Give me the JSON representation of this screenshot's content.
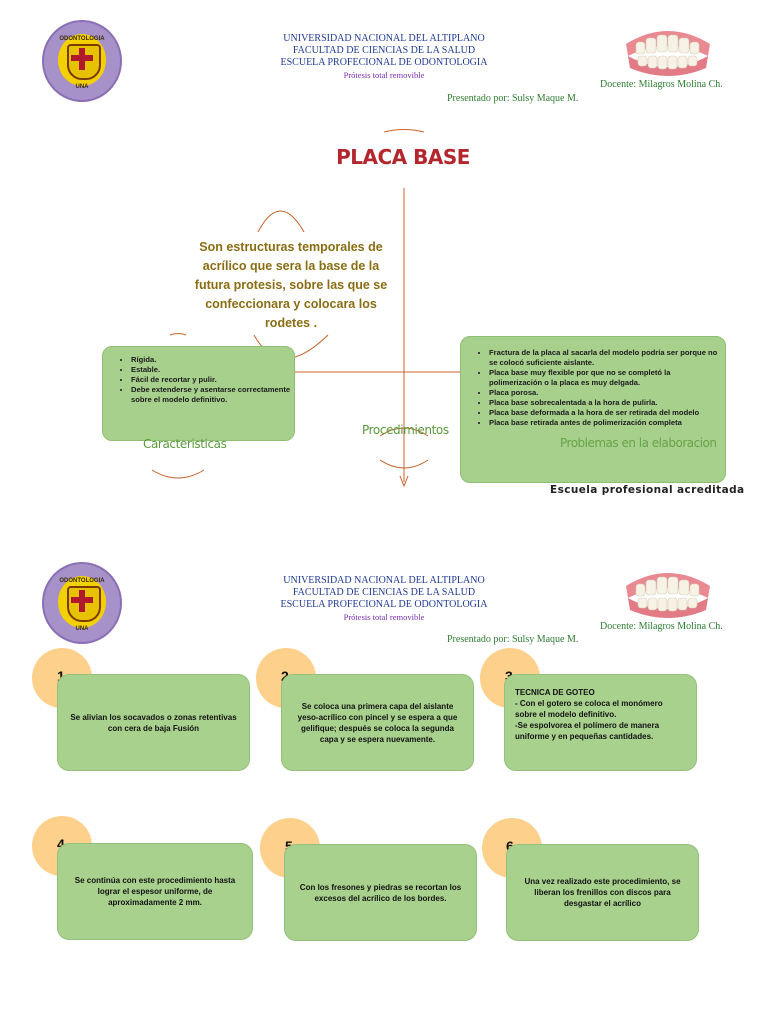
{
  "header": {
    "university": "UNIVERSIDAD NACIONAL DEL ALTIPLANO",
    "faculty": "FACULTAD DE CIENCIAS DE LA SALUD",
    "school": "ESCUELA PROFECIONAL DE ODONTOLOGIA",
    "course": "Prótesis total removible",
    "teacher": "Docente: Milagros Molina Ch.",
    "presenter": "Presentado por: Sulsy Maque M.",
    "logo_top": "ODONTOLOGIA",
    "logo_bottom": "UNA"
  },
  "map": {
    "title": "PLACA BASE",
    "definition": "Son estructuras temporales de acrílico que sera la base de la futura protesis, sobre las que se confeccionara y colocara los rodetes .",
    "characteristics": {
      "label": "Caracteristicas",
      "items": [
        "Rígida.",
        "Estable.",
        "Fácil de recortar y pulir.",
        "Debe extenderse y asentarse correctamente sobre el modelo definitivo."
      ]
    },
    "procedures_label": "Procedimientos",
    "problems": {
      "label": "Problemas en la elaboracion",
      "items": [
        "Fractura de la placa al sacarla del modelo podría ser porque no se colocó suficiente aislante.",
        "Placa base muy flexible por que no se completó la polimerización o la placa es muy delgada.",
        "Placa porosa.",
        "Placa base sobrecalentada a la hora de pulirla.",
        "Placa base deformada a la hora de ser retirada del modelo",
        "Placa base retirada antes de polimerización completa"
      ]
    },
    "accredited": "Escuela profesional acreditada"
  },
  "steps": [
    {
      "n": "1",
      "text": "Se alivian los socavados o zonas retentivas con cera de baja Fusión"
    },
    {
      "n": "2",
      "text": "Se coloca una primera capa del aislante yeso-acrílico con pincel y se espera a que gelifique; después se coloca la segunda capa y se espera nuevamente."
    },
    {
      "n": "3",
      "text": "TECNICA DE GOTEO\n- Con el gotero se coloca el monómero sobre el modelo definitivo.\n-Se espolvorea el polímero de manera uniforme y en pequeñas cantidades."
    },
    {
      "n": "4",
      "text": "Se continúa con este procedimiento hasta lograr el espesor uniforme, de aproximadamente 2 mm."
    },
    {
      "n": "5",
      "text": "Con los fresones y piedras se recortan los excesos del acrílico de los bordes."
    },
    {
      "n": "6",
      "text": "Una vez realizado este procedimiento, se liberan los frenillos con discos para desgastar el acrílico"
    }
  ]
}
